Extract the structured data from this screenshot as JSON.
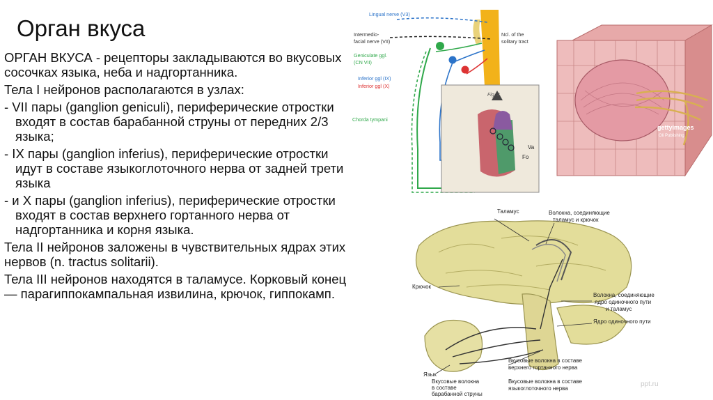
{
  "slide": {
    "title": "Орган вкуса",
    "paragraphs": [
      "ОРГАН ВКУСА - рецепторы закладываются во вкусовых сосочках языка, неба и надгортанника.",
      "Тела I нейронов располагаются в узлах:",
      "- VII пары (ganglion geniculi), периферические отростки входят в состав барабанной струны от передних 2/3 языка;",
      "- IX пары (ganglion inferius), периферические отростки идут в составе языкоглоточного нерва от задней трети языка",
      "- и X пары (ganglion inferius), периферические отростки входят в состав верхнего гортанного нерва от надгортанника и корня языка.",
      "Тела II нейронов заложены в чувствительных ядрах этих нервов (n. tractus solitarii).",
      "Тела III нейронов находятся в таламусе. Корковый конец — парагиппокампальная извилина, крючок, гиппокамп."
    ]
  },
  "nerve_figure": {
    "labels": {
      "lingual": "Lingual nerve (V3)",
      "intermedio1": "Intermedio-",
      "intermedio2": "facial nerve (VII)",
      "ncl1": "Ncl. of the",
      "ncl2": "solitary tract",
      "geniculate1": "Geniculate ggl.",
      "geniculate2": "(CN VII)",
      "inferior_ix": "Inferior ggl (IX)",
      "inferior_x": "Inferior ggl (X)",
      "chorda": "Chorda tympani",
      "va": "Va",
      "fo": "Fo",
      "fig": "Fig. 2."
    }
  },
  "taste_bud_figure": {
    "watermark1": "gettyimages",
    "watermark2": "Oli Publishing"
  },
  "brain_figure": {
    "labels": {
      "thalamus": "Таламус",
      "fibers_thalamus1": "Волокна, соединяющие",
      "fibers_thalamus2": "таламус и крючок",
      "hook": "Крючок",
      "fibers_nucleus1": "Волокна, соединяющие",
      "fibers_nucleus2": "ядро одиночного пути",
      "fibers_nucleus3": "и таламус",
      "solitary_nucleus": "Ядро одиночного пути",
      "tongue": "Язык",
      "larynx1": "Вкусовые волокна в составе",
      "larynx2": "верхнего гортанного нерва",
      "chorda1": "Вкусовые волокна",
      "chorda2": "в составе",
      "chorda3": "барабанной струны",
      "glosso1": "Вкусовые волокна в составе",
      "glosso2": "языкоглоточного нерва",
      "watermark": "ppt.ru"
    }
  }
}
